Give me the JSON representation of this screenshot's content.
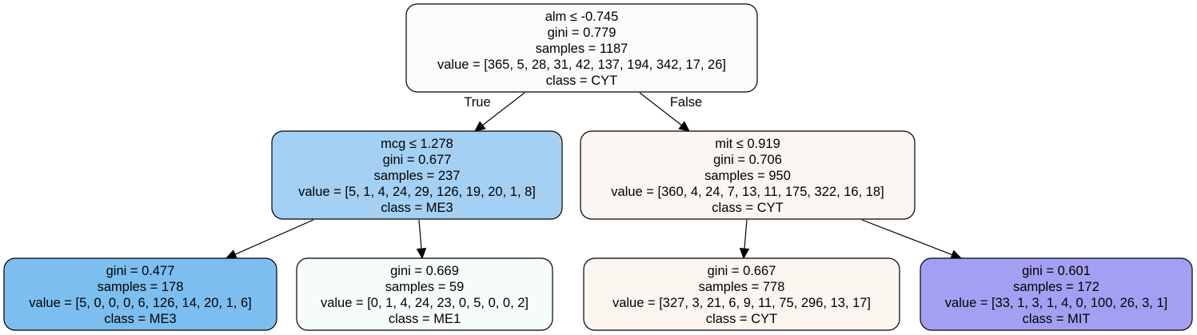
{
  "tree": {
    "nodes": [
      {
        "id": "root",
        "fill": "#fcfbf9",
        "lines": [
          "alm ≤ -0.745",
          "gini = 0.779",
          "samples = 1187",
          "value = [365, 5, 28, 31, 42, 137, 194, 342, 17, 26]",
          "class = CYT"
        ]
      },
      {
        "id": "left",
        "fill": "#a4d0f4",
        "lines": [
          "mcg ≤ 1.278",
          "gini = 0.677",
          "samples = 237",
          "value = [5, 1, 4, 24, 29, 126, 19, 20, 1, 8]",
          "class = ME3"
        ]
      },
      {
        "id": "right",
        "fill": "#fcf6f2",
        "lines": [
          "mit ≤ 0.919",
          "gini = 0.706",
          "samples = 950",
          "value = [360, 4, 24, 7, 13, 11, 175, 322, 16, 18]",
          "class = CYT"
        ]
      },
      {
        "id": "ll",
        "fill": "#7dbef0",
        "lines": [
          "gini = 0.477",
          "samples = 178",
          "value = [5, 0, 0, 0, 6, 126, 14, 20, 1, 6]",
          "class = ME3"
        ]
      },
      {
        "id": "lr",
        "fill": "#f6fcf8",
        "lines": [
          "gini = 0.669",
          "samples = 59",
          "value = [0, 1, 4, 24, 23, 0, 5, 0, 0, 2]",
          "class = ME1"
        ]
      },
      {
        "id": "rl",
        "fill": "#fcf6f1",
        "lines": [
          "gini = 0.667",
          "samples = 778",
          "value = [327, 3, 21, 6, 9, 11, 75, 296, 13, 17]",
          "class = CYT"
        ]
      },
      {
        "id": "rr",
        "fill": "#a3a0f3",
        "lines": [
          "gini = 0.601",
          "samples = 172",
          "value = [33, 1, 3, 1, 4, 0, 100, 26, 3, 1]",
          "class = MIT"
        ]
      }
    ],
    "edges": [
      {
        "from": "root",
        "to": "left",
        "label": "True"
      },
      {
        "from": "root",
        "to": "right",
        "label": "False"
      },
      {
        "from": "left",
        "to": "ll",
        "label": ""
      },
      {
        "from": "left",
        "to": "lr",
        "label": ""
      },
      {
        "from": "right",
        "to": "rl",
        "label": ""
      },
      {
        "from": "right",
        "to": "rr",
        "label": ""
      }
    ]
  }
}
